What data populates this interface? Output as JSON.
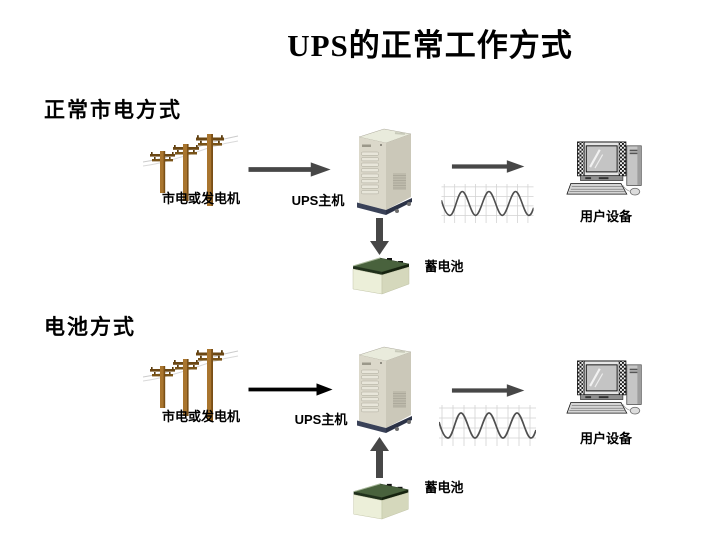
{
  "slide": {
    "title": "UPS的正常工作方式"
  },
  "sections": [
    {
      "heading": "正常市电方式",
      "source_label": "市电或发电机",
      "ups_label": "UPS主机",
      "load_label": "用户设备",
      "battery_label": "蓄电池",
      "battery_flow_direction": "ups-to-battery"
    },
    {
      "heading": "电池方式",
      "source_label": "市电或发电机",
      "ups_label": "UPS主机",
      "load_label": "用户设备",
      "battery_label": "蓄电池",
      "battery_flow_direction": "battery-to-ups"
    }
  ],
  "icons": {
    "source": "utility-poles-icon",
    "ups": "ups-tower-icon",
    "waveform": "sine-wave-scope-icon",
    "load": "desktop-computer-icon",
    "battery": "battery-icon"
  },
  "colors": {
    "background": "#FFFFFF",
    "text": "#000000",
    "pole_brown": "#A9752E",
    "block_arrow_gray": "#474747",
    "battery_mode_mains_arrow": "#000000",
    "battery_lid_green": "#49623D",
    "battery_body_cream": "#ECEFD9",
    "ups_case_beige": "#DBD8CA",
    "ups_base_navy": "#3A4258",
    "waveform_gray": "#4F4F4F",
    "scope_grid_gray": "#D2D2D2"
  }
}
